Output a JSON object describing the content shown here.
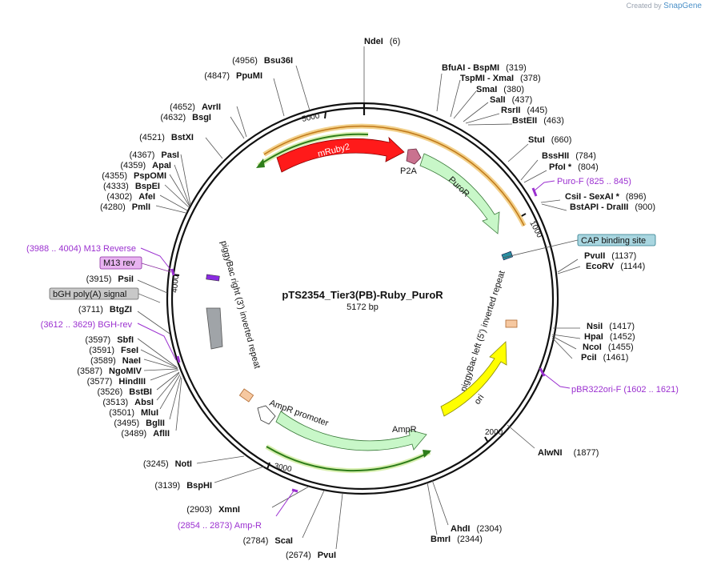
{
  "credit": {
    "prefix": "Created by",
    "brand": "SnapGene"
  },
  "plasmid": {
    "name": "pTS2354_Tier3(PB)-Ruby_PuroR",
    "size_label": "5172 bp",
    "length": 5172
  },
  "ticks": [
    {
      "label": "1000",
      "pos": 1000
    },
    {
      "label": "2000",
      "pos": 2000
    },
    {
      "label": "3000",
      "pos": 3000
    },
    {
      "label": "4000",
      "pos": 4000
    },
    {
      "label": "5000",
      "pos": 5000
    }
  ],
  "sites": [
    {
      "name": "NdeI",
      "pos": "(6)",
      "side": "r"
    },
    {
      "name": "BfuAI - BspMI",
      "pos": "(319)",
      "side": "r"
    },
    {
      "name": "TspMI - XmaI",
      "pos": "(378)",
      "side": "r"
    },
    {
      "name": "SmaI",
      "pos": "(380)",
      "side": "r"
    },
    {
      "name": "SalI",
      "pos": "(437)",
      "side": "r"
    },
    {
      "name": "RsrII",
      "pos": "(445)",
      "side": "r"
    },
    {
      "name": "BstEII",
      "pos": "(463)",
      "side": "r"
    },
    {
      "name": "StuI",
      "pos": "(660)",
      "side": "r"
    },
    {
      "name": "BssHII",
      "pos": "(784)",
      "side": "r"
    },
    {
      "name": "PfoI *",
      "pos": "(804)",
      "side": "r"
    },
    {
      "name": "CsiI - SexAI *",
      "pos": "(896)",
      "side": "r"
    },
    {
      "name": "BstAPI - DraIII",
      "pos": "(900)",
      "side": "r"
    },
    {
      "name": "PvuII",
      "pos": "(1137)",
      "side": "r"
    },
    {
      "name": "EcoRV",
      "pos": "(1144)",
      "side": "r"
    },
    {
      "name": "NsiI",
      "pos": "(1417)",
      "side": "r"
    },
    {
      "name": "HpaI",
      "pos": "(1452)",
      "side": "r"
    },
    {
      "name": "NcoI",
      "pos": "(1455)",
      "side": "r"
    },
    {
      "name": "PciI",
      "pos": "(1461)",
      "side": "r"
    },
    {
      "name": "AlwNI",
      "pos": "(1877)",
      "side": "r"
    },
    {
      "name": "AhdI",
      "pos": "(2304)",
      "side": "r"
    },
    {
      "name": "BmrI",
      "pos": "(2344)",
      "side": "r"
    },
    {
      "name": "PvuI",
      "pos": "(2674)",
      "side": "l"
    },
    {
      "name": "ScaI",
      "pos": "(2784)",
      "side": "l"
    },
    {
      "name": "XmnI",
      "pos": "(2903)",
      "side": "l"
    },
    {
      "name": "BspHI",
      "pos": "(3139)",
      "side": "l"
    },
    {
      "name": "NotI",
      "pos": "(3245)",
      "side": "l"
    },
    {
      "name": "AflII",
      "pos": "(3489)",
      "side": "l"
    },
    {
      "name": "BglII",
      "pos": "(3495)",
      "side": "l"
    },
    {
      "name": "MluI",
      "pos": "(3501)",
      "side": "l"
    },
    {
      "name": "AbsI",
      "pos": "(3513)",
      "side": "l"
    },
    {
      "name": "BstBI",
      "pos": "(3526)",
      "side": "l"
    },
    {
      "name": "HindIII",
      "pos": "(3577)",
      "side": "l"
    },
    {
      "name": "NgoMIV",
      "pos": "(3587)",
      "side": "l"
    },
    {
      "name": "NaeI",
      "pos": "(3589)",
      "side": "l"
    },
    {
      "name": "FseI",
      "pos": "(3591)",
      "side": "l"
    },
    {
      "name": "SbfI",
      "pos": "(3597)",
      "side": "l"
    },
    {
      "name": "BtgZI",
      "pos": "(3711)",
      "side": "l"
    },
    {
      "name": "PsiI",
      "pos": "(3915)",
      "side": "l"
    },
    {
      "name": "PmlI",
      "pos": "(4280)",
      "side": "l"
    },
    {
      "name": "AfeI",
      "pos": "(4302)",
      "side": "l"
    },
    {
      "name": "BspEI",
      "pos": "(4333)",
      "side": "l"
    },
    {
      "name": "PspOMI",
      "pos": "(4355)",
      "side": "l"
    },
    {
      "name": "ApaI",
      "pos": "(4359)",
      "side": "l"
    },
    {
      "name": "PasI",
      "pos": "(4367)",
      "side": "l"
    },
    {
      "name": "BstXI",
      "pos": "(4521)",
      "side": "l"
    },
    {
      "name": "BsgI",
      "pos": "(4632)",
      "side": "l"
    },
    {
      "name": "AvrII",
      "pos": "(4652)",
      "side": "l"
    },
    {
      "name": "PpuMI",
      "pos": "(4847)",
      "side": "l"
    },
    {
      "name": "Bsu36I",
      "pos": "(4956)",
      "side": "l"
    }
  ],
  "primers": [
    {
      "text": "Puro-F   (825 .. 845)"
    },
    {
      "text": "pBR322ori-F   (1602 .. 1621)"
    },
    {
      "text": "(2854 .. 2873)  Amp-R"
    },
    {
      "text": "(3612 .. 3629)  BGH-rev"
    },
    {
      "text": "(3988 .. 4004)  M13 Reverse"
    }
  ],
  "boxed_features": [
    {
      "text": "CAP binding site",
      "fill": "#a9d6e0"
    },
    {
      "text": "M13 rev",
      "fill": "#e8b3f0"
    },
    {
      "text": "bGH poly(A) signal",
      "fill": "#c8c8c8"
    }
  ],
  "features": [
    {
      "name": "mRuby2",
      "color": "#ff1a1a"
    },
    {
      "name": "P2A",
      "color": "#c9728f"
    },
    {
      "name": "PuroR",
      "color": "#c8f7c8"
    },
    {
      "name": "piggyBac left (5') inverted repeat",
      "color": "#2a8fa0"
    },
    {
      "name": "ori",
      "color": "#ffff00"
    },
    {
      "name": "AmpR",
      "color": "#c8f7c8"
    },
    {
      "name": "AmpR promoter",
      "color": "#ffffff"
    },
    {
      "name": "piggyBac right (3') inverted repeat",
      "color": "#a0a4a8"
    }
  ],
  "colors": {
    "backbone": "#111111",
    "primer": "#9b30d0",
    "orf_arrow": "#2e7d1a",
    "orf_glow": "#e0a030"
  }
}
